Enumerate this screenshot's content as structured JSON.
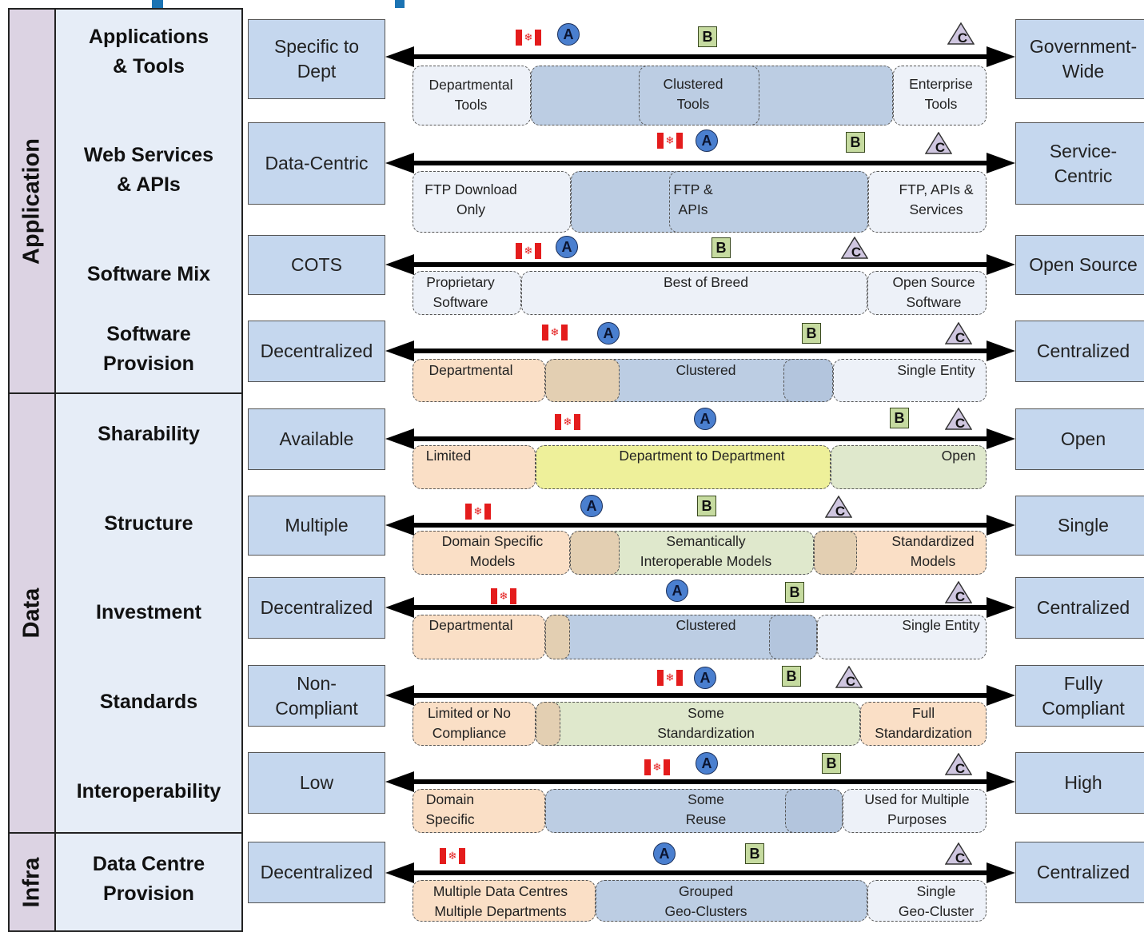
{
  "categories": [
    "Application",
    "Data",
    "Infra"
  ],
  "markers": {
    "a": "A",
    "b": "B",
    "c": "C",
    "flag": "flag-canada-icon"
  },
  "rows": [
    {
      "topic": "Applications\n& Tools",
      "left": "Specific to\nDept",
      "right": "Government-\nWide",
      "segs": [
        "Departmental\nTools",
        "Clustered\nTools",
        "Enterprise\nTools"
      ]
    },
    {
      "topic": "Web Services\n& APIs",
      "left": "Data-Centric",
      "right": "Service-\nCentric",
      "segs": [
        "FTP Download\nOnly",
        "FTP &\nAPIs",
        "FTP, APIs &\nServices"
      ]
    },
    {
      "topic": "Software Mix",
      "left": "COTS",
      "right": "Open Source",
      "segs": [
        "Proprietary\nSoftware",
        "Best of Breed",
        "Open Source\nSoftware"
      ]
    },
    {
      "topic": "Software\nProvision",
      "left": "Decentralized",
      "right": "Centralized",
      "segs": [
        "Departmental",
        "Clustered",
        "Single Entity"
      ]
    },
    {
      "topic": "Sharability",
      "left": "Available",
      "right": "Open",
      "segs": [
        "Limited",
        "Department to Department",
        "Open"
      ]
    },
    {
      "topic": "Structure",
      "left": "Multiple",
      "right": "Single",
      "segs": [
        "Domain Specific\nModels",
        "Semantically\nInteroperable Models",
        "Standardized\nModels"
      ]
    },
    {
      "topic": "Investment",
      "left": "Decentralized",
      "right": "Centralized",
      "segs": [
        "Departmental",
        "Clustered",
        "Single Entity"
      ]
    },
    {
      "topic": "Standards",
      "left": "Non-\nCompliant",
      "right": "Fully\nCompliant",
      "segs": [
        "Limited or No\nCompliance",
        "Some\nStandardization",
        "Full\nStandardization"
      ]
    },
    {
      "topic": "Interoperability",
      "left": "Low",
      "right": "High",
      "segs": [
        "Domain\nSpecific",
        "Some\nReuse",
        "Used for Multiple\nPurposes"
      ]
    },
    {
      "topic": "Data Centre\nProvision",
      "left": "Decentralized",
      "right": "Centralized",
      "segs": [
        "Multiple Data Centres\nMultiple Departments",
        "Grouped\nGeo-Clusters",
        "Single\nGeo-Cluster"
      ]
    }
  ],
  "colors": {
    "blue": "#c5d7ee",
    "gray_blue": "#bccde3",
    "light": "#edf1f8",
    "orange": "#fadfc6",
    "green": "#dfe8cc",
    "yellow": "#eef09a",
    "tan": "#e3cfb2"
  }
}
